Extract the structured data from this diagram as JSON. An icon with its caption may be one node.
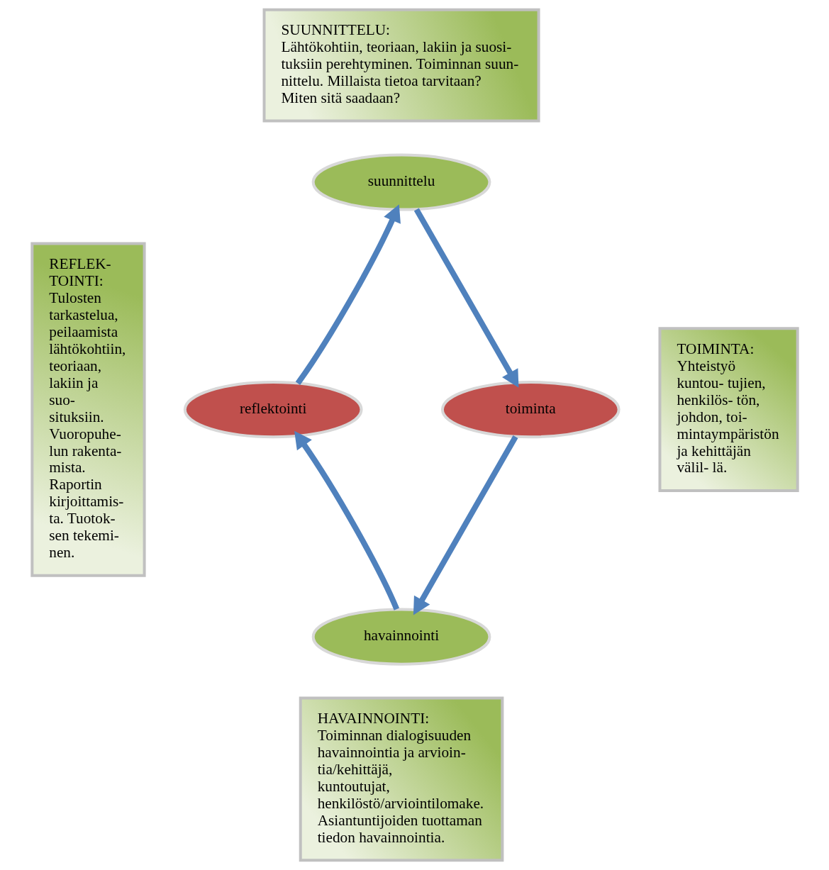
{
  "diagram": {
    "nodes": [
      {
        "text": [
          "SUUNNITTELU:",
          "Lähtökohtiin, teoriaan, lakiin ja suosi- tuksiin perehtyminen. Toiminnan suun- nittelu. Millaista tietoa tarvitaan? Miten sitä saadaan?"
        ]
      },
      {
        "text": [
          "REFLEK- TOINTI:",
          "Tulosten tarkastelua, peilaamista lähtökohtiin, teoriaan, lakiin ja suo- situksiin. Vuoropuhe- lun rakenta- mista. Raportin kirjoittamis- ta. Tuotok- sen tekemi- nen."
        ]
      },
      {
        "text": [
          "TOIMINTA:",
          "Yhteistyö kuntou- tujien, henkilös- tön, johdon, toi- mintaympäristön ja kehittäjän välil- lä."
        ]
      },
      {
        "text": [
          "HAVAINNOINTI:",
          "Toiminnan dialogisuuden havainnointia ja arvioin- tia/kehittäjä, kuntoutujat, henkilöstö/arviointilomake. Asiantuntijoiden tuottaman tiedon havainnointia."
        ]
      },
      {
        "text": [
          "suunnittelu"
        ]
      },
      {
        "text": [
          "reflektointi"
        ]
      },
      {
        "text": [
          "toiminta"
        ]
      },
      {
        "text": [
          "havainnointi"
        ]
      }
    ],
    "edges": [
      {
        "from": 4,
        "to": 6,
        "arrow": "to"
      },
      {
        "from": 6,
        "to": 7,
        "arrow": "to"
      },
      {
        "from": 7,
        "to": 5,
        "arrow": "to"
      },
      {
        "from": 5,
        "to": 4,
        "arrow": "to"
      }
    ]
  }
}
